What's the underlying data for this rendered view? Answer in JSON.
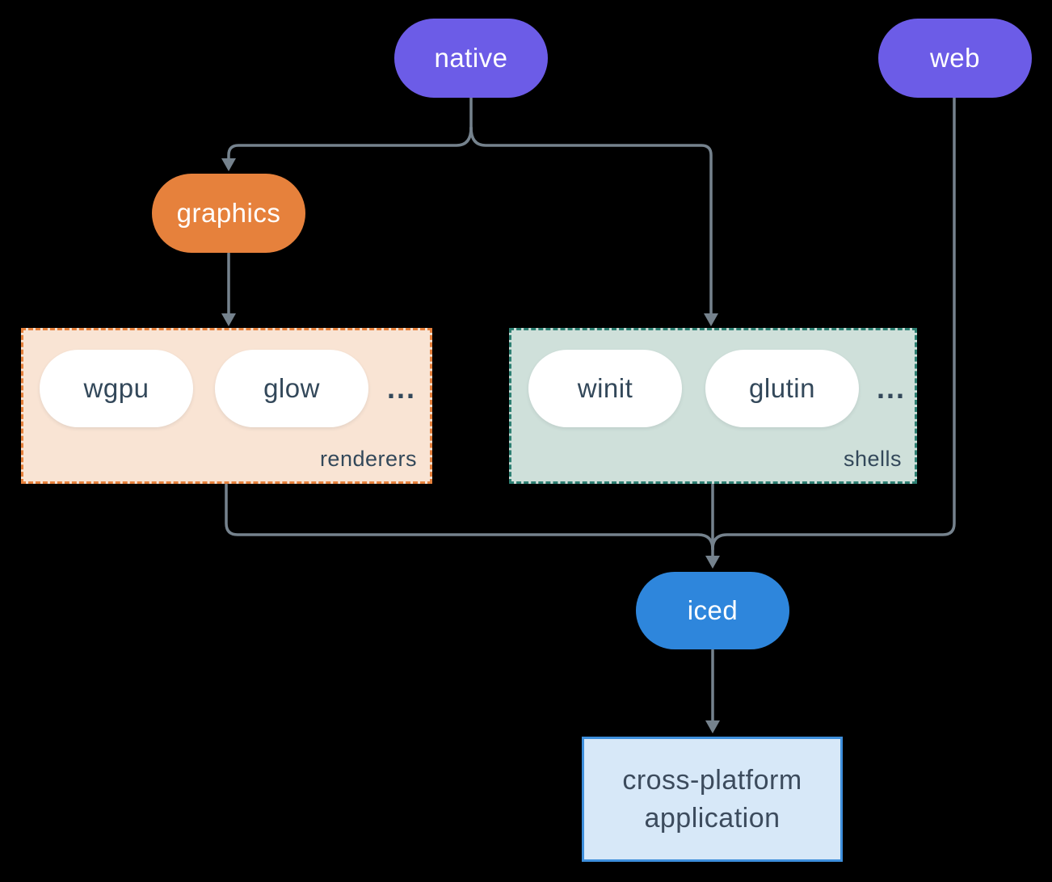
{
  "canvas": {
    "background": "#000000",
    "connector_color": "#75828D"
  },
  "nodes": {
    "native": {
      "label": "native",
      "fill": "#6C5CE7",
      "text_color": "#FFFFFF"
    },
    "web": {
      "label": "web",
      "fill": "#6C5CE7",
      "text_color": "#FFFFFF"
    },
    "graphics": {
      "label": "graphics",
      "fill": "#E6813C",
      "text_color": "#FFFFFF"
    },
    "iced": {
      "label": "iced",
      "fill": "#2E86DC",
      "text_color": "#FFFFFF"
    }
  },
  "groups": {
    "renderers": {
      "label": "renderers",
      "fill": "#F9E4D4",
      "border_color": "#E6813C",
      "items": [
        {
          "label": "wgpu"
        },
        {
          "label": "glow"
        }
      ],
      "ellipsis": "..."
    },
    "shells": {
      "label": "shells",
      "fill": "#CFE0DA",
      "border_color": "#2D7F72",
      "items": [
        {
          "label": "winit"
        },
        {
          "label": "glutin"
        }
      ],
      "ellipsis": "..."
    }
  },
  "application": {
    "line1": "cross-platform",
    "line2": "application",
    "fill": "#D7E8F8",
    "border_color": "#3E8FDC",
    "text_color": "#3C4B5D"
  },
  "edges": [
    {
      "from": "native",
      "to": "graphics"
    },
    {
      "from": "native",
      "to": "shells"
    },
    {
      "from": "graphics",
      "to": "renderers"
    },
    {
      "from": "web",
      "to": "iced"
    },
    {
      "from": "renderers",
      "to": "iced"
    },
    {
      "from": "shells",
      "to": "iced"
    },
    {
      "from": "iced",
      "to": "cross-platform application"
    }
  ]
}
